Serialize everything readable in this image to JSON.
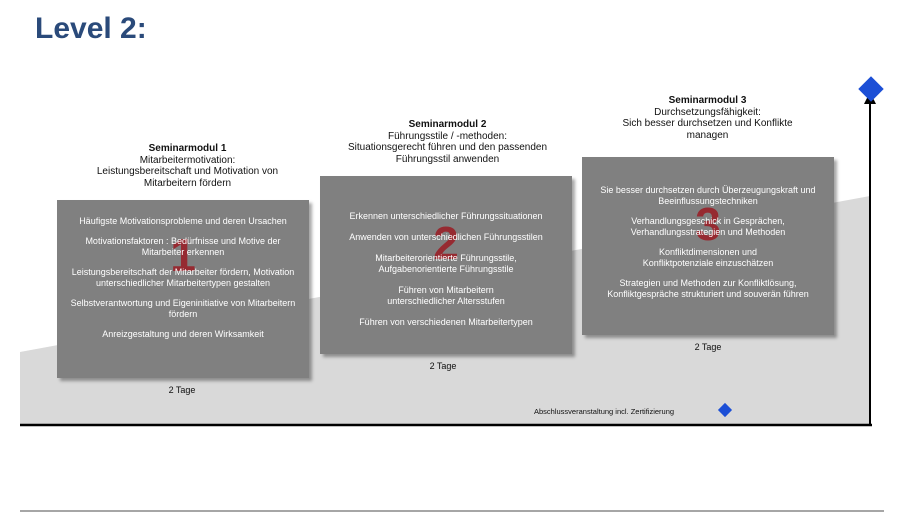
{
  "title": "Level 2:",
  "colors": {
    "title": "#2a4a7a",
    "box": "#808080",
    "number": "#9b1c24",
    "diamond": "#1c4fd6",
    "ramp": "#d9d9d9"
  },
  "modules": [
    {
      "heading": "Seminarmodul 1",
      "subtitle": [
        "Mitarbeitermotivation:",
        "Leistungsbereitschaft und Motivation von",
        "Mitarbeitern fördern"
      ],
      "number": "1",
      "items": [
        "Häufigste Motivationsprobleme und deren Ursachen",
        "Motivationsfaktoren : Bedürfnisse und Motive der Mitarbeiter erkennen",
        "Leistungsbereitschaft der Mitarbeiter fördern, Motivation unterschiedlicher Mitarbeitertypen gestalten",
        "Selbstverantwortung und Eigeninitiative von Mitarbeitern fördern",
        "Anreizgestaltung und deren Wirksamkeit"
      ],
      "duration": "2 Tage"
    },
    {
      "heading": "Seminarmodul 2",
      "subtitle": [
        "Führungsstile / -methoden:",
        "Situationsgerecht führen und den passenden",
        "Führungsstil anwenden"
      ],
      "number": "2",
      "items": [
        "Erkennen unterschiedlicher Führungssituationen",
        "Anwenden von unterschiedlichen Führungsstilen",
        "Mitarbeiterorientierte Führungsstile, Aufgabenorientierte Führungsstile",
        "Führen von Mitarbeitern unterschiedlicher Altersstufen",
        "Führen von verschiedenen Mitarbeitertypen"
      ],
      "duration": "2 Tage"
    },
    {
      "heading": "Seminarmodul 3",
      "subtitle": [
        "Durchsetzungsfähigkeit:",
        "Sich besser durchsetzen und Konflikte",
        "managen"
      ],
      "number": "3",
      "items": [
        "Sie besser durchsetzen durch Überzeugungskraft und Beeinflussungstechniken",
        "Verhandlungsgeschick in Gesprächen, Verhandlungsstrategien und Methoden",
        "Konfliktdimensionen und Konfliktpotenziale einzuschätzen",
        "Strategien  und Methoden zur Konfliktlösung, Konfliktgespräche strukturiert und souverän führen"
      ],
      "duration": "2 Tage"
    }
  ],
  "final_event": "Abschlussveranstaltung incl. Zertifizierung"
}
